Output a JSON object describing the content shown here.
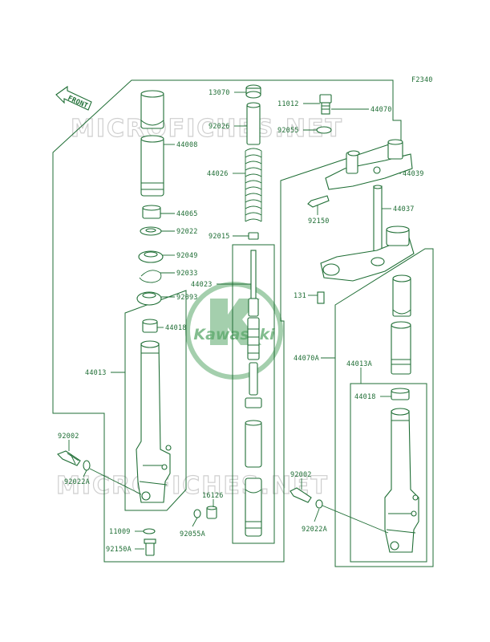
{
  "diagram": {
    "figure_code": "F2340",
    "front_arrow_label": "FRONT",
    "watermark_text": "MICROFICHES.NET",
    "logo_text": "Kawasaki",
    "colors": {
      "ink": "#1f6e35",
      "watermark": "#cfcfcf",
      "logo": "#5aa86a",
      "background": "#ffffff"
    },
    "labels": {
      "p13070": "13070",
      "p11012": "11012",
      "p44070": "44070",
      "p92026": "92026",
      "p92055": "92055",
      "p44008": "44008",
      "p44026": "44026",
      "p44039": "44039",
      "p92150": "92150",
      "p44037": "44037",
      "p44065": "44065",
      "p92022": "92022",
      "p92015": "92015",
      "p92049": "92049",
      "p92033": "92033",
      "p44023": "44023",
      "p92093": "92093",
      "p131": "131",
      "p44018": "44018",
      "p44013": "44013",
      "p44070A": "44070A",
      "p44013A": "44013A",
      "p44018b": "44018",
      "p92002": "92002",
      "p92022A": "92022A",
      "p16126": "16126",
      "p92002b": "92002",
      "p11009": "11009",
      "p92055A": "92055A",
      "p92022Ab": "92022A",
      "p92150A": "92150A"
    }
  }
}
